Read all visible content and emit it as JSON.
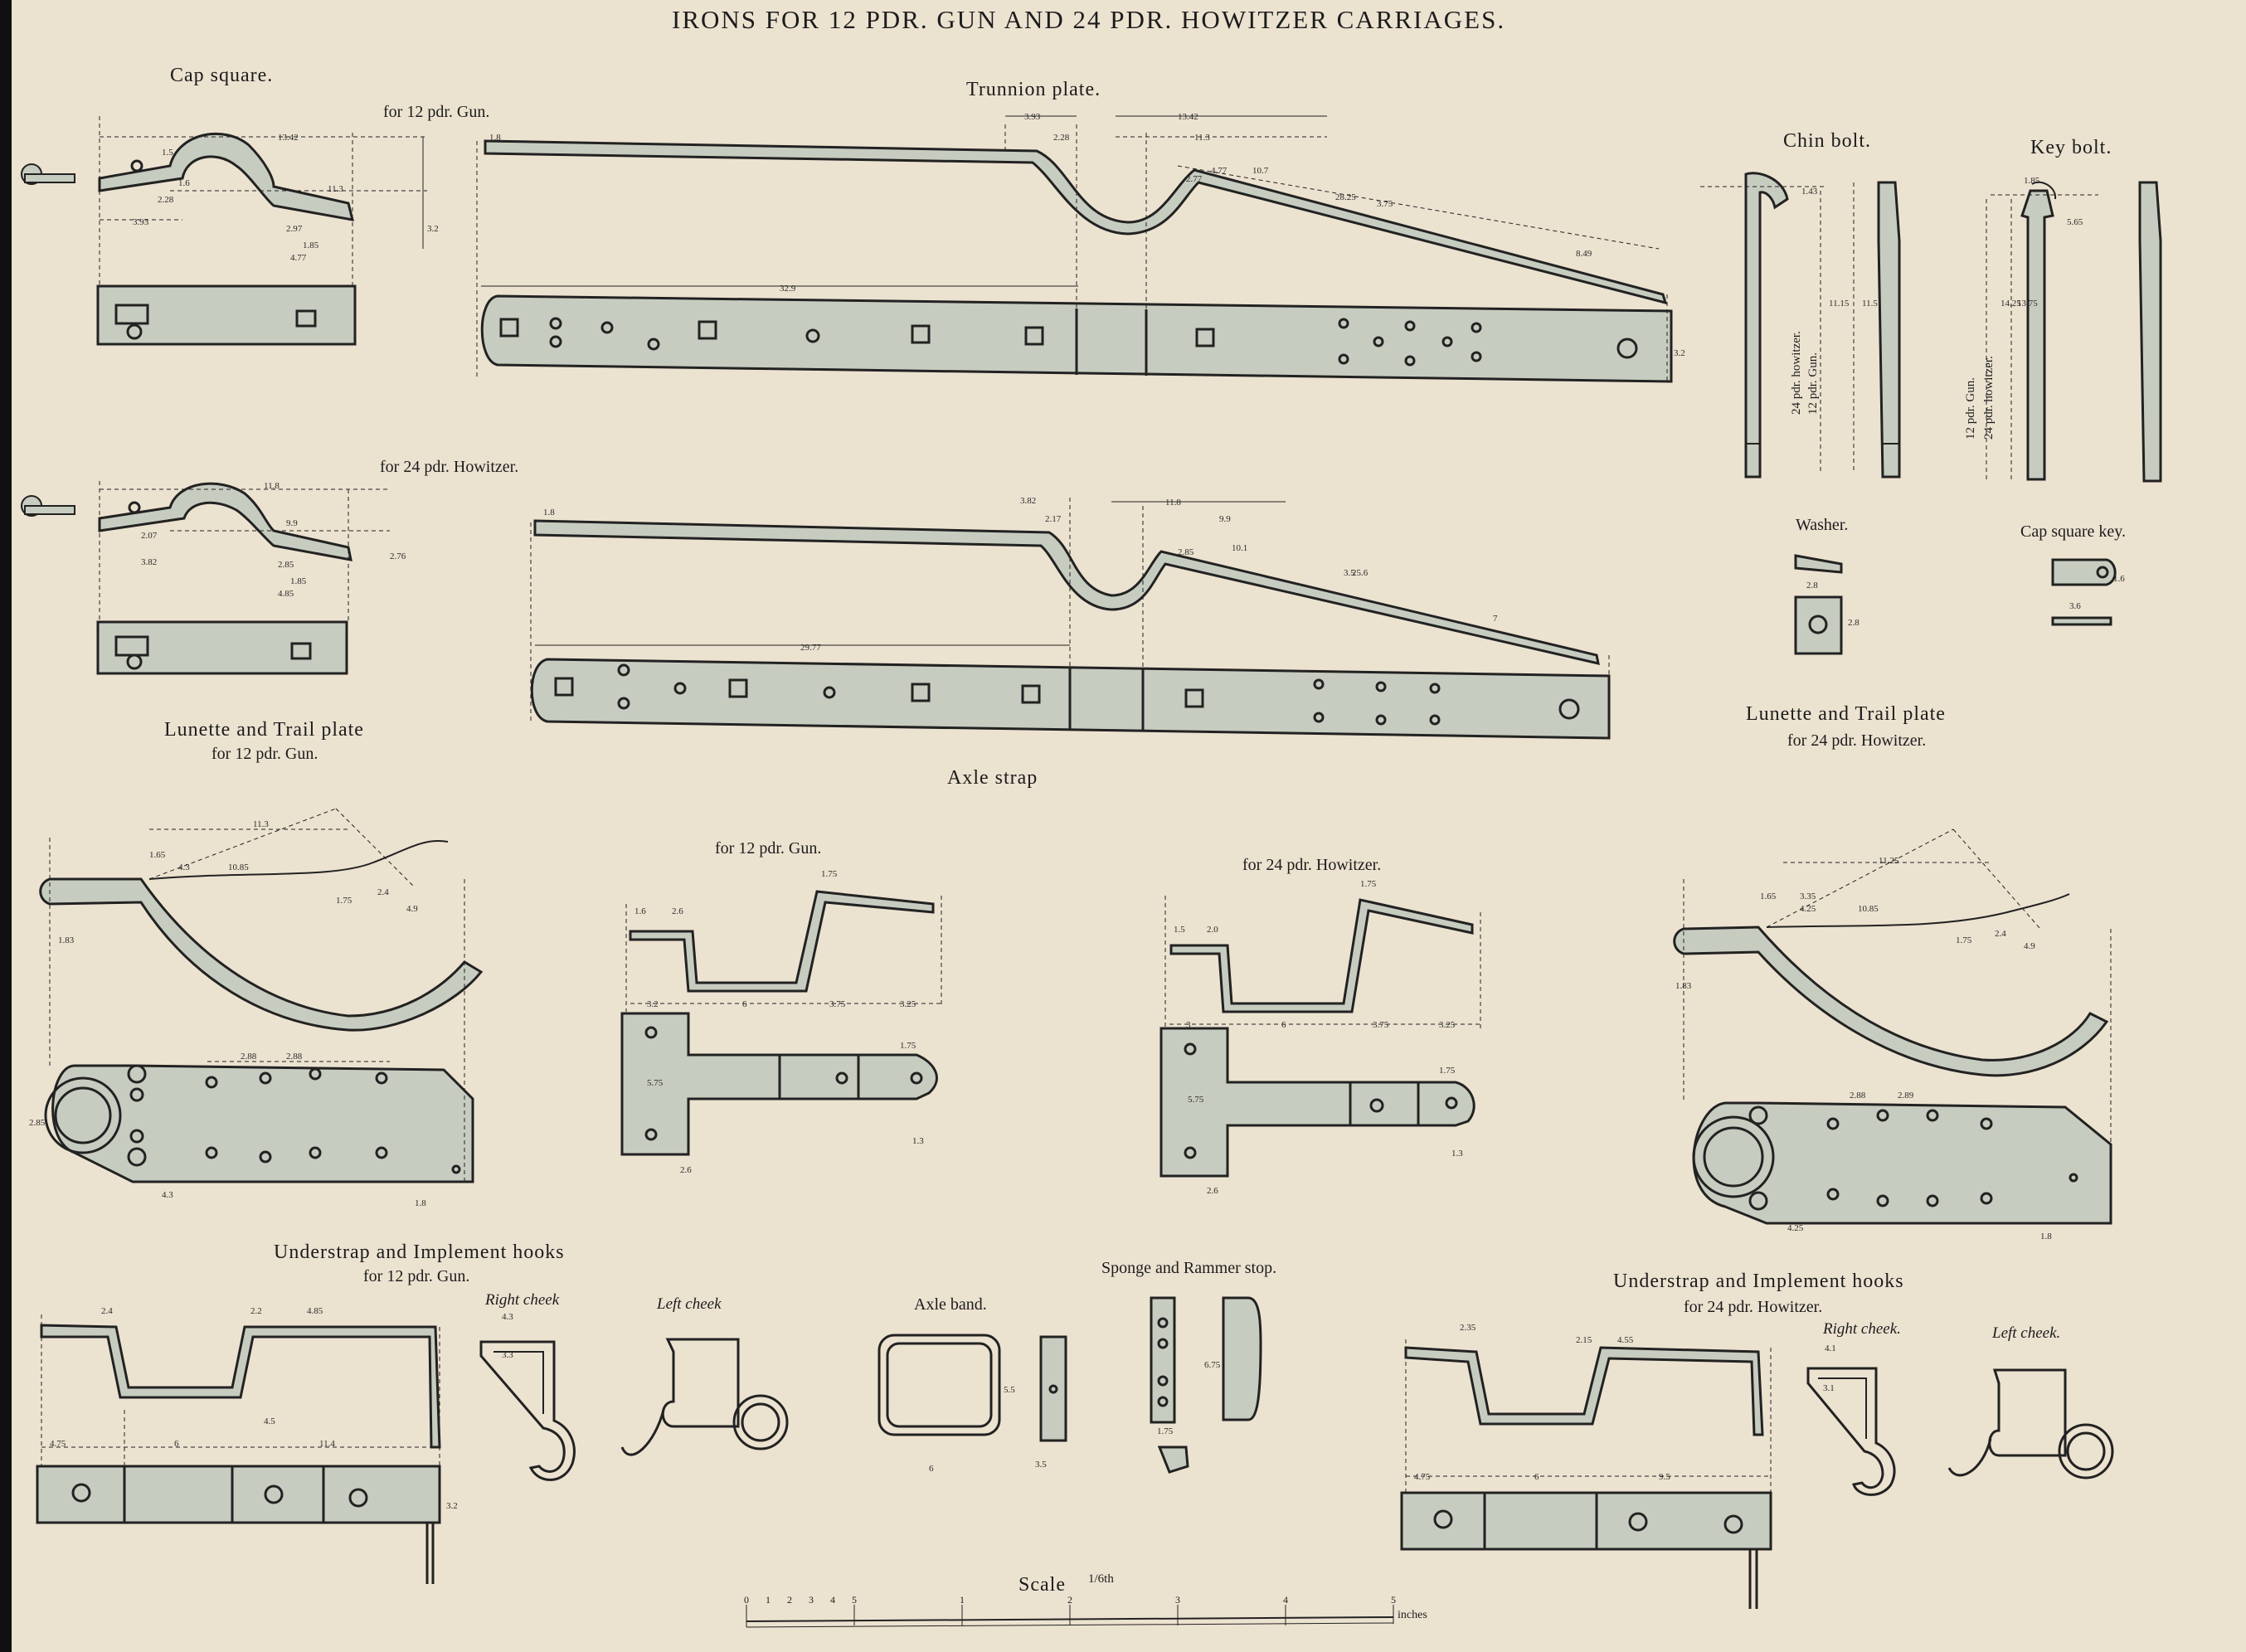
{
  "plate": {
    "title": "IRONS FOR 12  PDR. GUN AND 24  PDR. HOWITZER CARRIAGES.",
    "background_color": "#ece2d0",
    "iron_fill_color": "#c7ccc0",
    "line_color": "#222222"
  },
  "labels": {
    "cap_square": "Cap square.",
    "trunnion_plate": "Trunnion plate.",
    "for_12_gun": "for 12 pdr. Gun.",
    "for_24_howitzer": "for 24 pdr. Howitzer.",
    "chin_bolt": "Chin bolt.",
    "key_bolt": "Key bolt.",
    "washer": "Washer.",
    "cap_square_key": "Cap square key.",
    "lunette_trail_left": "Lunette and Trail plate",
    "lunette_trail_left_sub": "for 12 pdr. Gun.",
    "lunette_trail_right": "Lunette and Trail plate",
    "lunette_trail_right_sub": "for 24 pdr. Howitzer.",
    "axle_strap": "Axle strap",
    "axle_strap_12": "for 12 pdr. Gun.",
    "axle_strap_24": "for 24 pdr. Howitzer.",
    "understrap_left": "Understrap and Implement hooks",
    "understrap_left_sub": "for 12 pdr. Gun.",
    "right_cheek": "Right cheek",
    "left_cheek": "Left cheek",
    "axle_band": "Axle band.",
    "sponge_stop": "Sponge and Rammer stop.",
    "understrap_right": "Understrap and Implement hooks",
    "understrap_right_sub": "for 24 pdr. Howitzer.",
    "right_cheek_2": "Right cheek.",
    "left_cheek_2": "Left cheek.",
    "chin_12_gun": "12 pdr. Gun.",
    "chin_24_how": "24 pdr. howitzer.",
    "key_12_gun": "12 pdr. Gun.",
    "key_24_how": "24 pdr. howitzer."
  },
  "scale": {
    "label": "Scale",
    "fraction": "1/6th",
    "ticks": [
      "0",
      "1",
      "2",
      "3",
      "4",
      "5",
      "1",
      "2",
      "3",
      "4",
      "5"
    ],
    "unit": "inches"
  },
  "dimensions": {
    "cap_square_12": [
      "13.42",
      "1.5",
      "1.6",
      "2.28",
      "3.93",
      "11.3",
      "2.97",
      "1.85",
      "4.77",
      "3.2"
    ],
    "trunnion_12": [
      "1.8",
      "3.93",
      "2.28",
      "13.42",
      "11.3",
      "4.77",
      "10.7",
      "2.77",
      "28.25",
      "3.75",
      "8.49",
      "32.9",
      "3.2"
    ],
    "cap_square_24": [
      "11.8",
      "2.07",
      "3.82",
      "9.9",
      "2.85",
      "1.85",
      "4.85",
      "2.76"
    ],
    "trunnion_24": [
      "1.8",
      "3.82",
      "2.17",
      "11.8",
      "9.9",
      "10.1",
      "2.85",
      "3.5",
      "25.6",
      "7",
      "29.77"
    ],
    "lunette_12": [
      "11.3",
      "1.65",
      "4.3",
      "10.85",
      "1.75",
      "2.4",
      "4.9",
      "1.83",
      "2.88",
      "2.88",
      "4.3",
      "1.8",
      "2.85"
    ],
    "axle_strap_12": [
      "1.6",
      "2.6",
      "1.75",
      "3.2",
      "6",
      "3.75",
      "3.25",
      "5.75",
      "2.6",
      "1.75",
      "1.3"
    ],
    "axle_strap_24": [
      "1.5",
      "2.0",
      "1.75",
      "3",
      "6",
      "3.75",
      "3.25",
      "5.75",
      "2.6",
      "1.75",
      "1.3"
    ],
    "lunette_24": [
      "11.25",
      "1.65",
      "3.35",
      "4.25",
      "10.85",
      "1.75",
      "2.4",
      "4.9",
      "1.83",
      "2.88",
      "2.89",
      "4.25",
      "1.8"
    ],
    "understrap_12": [
      "2.4",
      "2.2",
      "4.85",
      "4.75",
      "6",
      "11.4",
      "4.5",
      "3.2",
      "4.3",
      "3.3"
    ],
    "understrap_24": [
      "2.35",
      "2.15",
      "4.55",
      "4.75",
      "6",
      "9.5",
      "4.1",
      "3.1"
    ],
    "washer": [
      "2.8",
      "2.8"
    ],
    "cap_square_key": [
      "3.6",
      "1.6"
    ],
    "axle_band": [
      "6",
      "5.5",
      "3.5"
    ],
    "sponge_stop": [
      "6.75",
      "1.75"
    ],
    "chin_bolt": [
      "11.15",
      "11.5",
      "1.43"
    ],
    "key_bolt": [
      "14.25",
      "13.75",
      "1.85",
      "5.65"
    ]
  }
}
